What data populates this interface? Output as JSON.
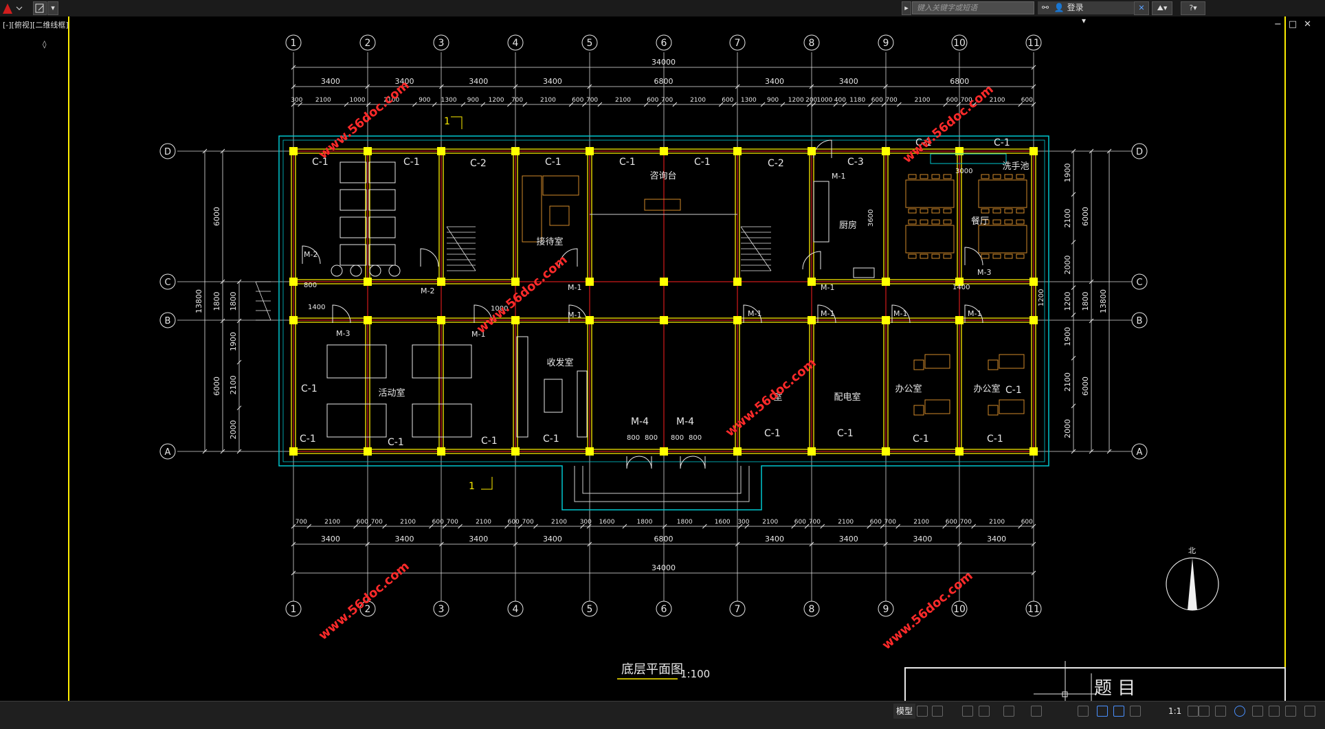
{
  "app": {
    "search_placeholder": "键入关键字或短语",
    "login_label": "登录",
    "viewport_label": "[-][俯视][二维线框]",
    "statusbar": {
      "model_tab": "模型",
      "scale": "1:1"
    }
  },
  "drawing": {
    "title": "底层平面图",
    "scale": "1:100",
    "title_block": "题 目",
    "north": "北",
    "axis_labels_x": [
      "1",
      "2",
      "3",
      "4",
      "5",
      "6",
      "7",
      "8",
      "9",
      "10",
      "11"
    ],
    "axis_labels_y": [
      "D",
      "C",
      "B",
      "A"
    ],
    "dim_total": "34000",
    "dim_top_bays": [
      "3400",
      "3400",
      "3400",
      "3400",
      "6800",
      "3400",
      "3400",
      "6800"
    ],
    "dim_bottom_bays": [
      "3400",
      "3400",
      "3400",
      "3400",
      "6800",
      "3400",
      "3400",
      "3400",
      "3400"
    ],
    "dim_top_detail": [
      "300",
      "2100",
      "1000",
      "2100",
      "900",
      "1300",
      "900",
      "1200",
      "700",
      "2100",
      "600",
      "700",
      "2100",
      "600",
      "700",
      "2100",
      "600",
      "1300",
      "900",
      "1200",
      "200",
      "1000",
      "400",
      "1180",
      "600",
      "700",
      "2100",
      "600",
      "700",
      "2100",
      "600"
    ],
    "dim_bottom_detail": [
      "700",
      "2100",
      "600",
      "700",
      "2100",
      "600",
      "700",
      "2100",
      "600",
      "700",
      "2100",
      "300",
      "1600",
      "1800",
      "1800",
      "1600",
      "300",
      "2100",
      "600",
      "700",
      "2100",
      "600",
      "700",
      "2100",
      "600",
      "700",
      "2100",
      "600"
    ],
    "dim_left_outer": "13800",
    "dim_left_spans": [
      "6000",
      "1800",
      "6000"
    ],
    "dim_left_detail": [
      "1800",
      "1900",
      "2100",
      "2000"
    ],
    "dim_right_outer": "13800",
    "dim_right_spans": [
      "6000",
      "1800",
      "6000"
    ],
    "dim_right_detail": [
      "1900",
      "2100",
      "2000",
      "1200",
      "1900",
      "2100",
      "2000"
    ],
    "rooms": {
      "reception": "接待室",
      "desk": "咨询台",
      "kitchen": "厨房",
      "dining": "餐厅",
      "washbasin": "洗手池",
      "activity": "活动室",
      "mailroom": "收发室",
      "room7": "室",
      "power": "配电室",
      "office1": "办公室",
      "office2": "办公室"
    },
    "windows": {
      "c1": "C-1",
      "c2": "C-2",
      "c3": "C-3"
    },
    "doors": {
      "m1": "M-1",
      "m2": "M-2",
      "m3": "M-3",
      "m4": "M-4"
    },
    "small_dims": {
      "d800": "800",
      "d1400": "1400",
      "d1000": "1000",
      "d3000": "3000",
      "d3600": "3600",
      "d1200": "1200",
      "d1400b": "1400"
    },
    "section_mark": "1",
    "watermark": "www.56doc.com"
  },
  "colors": {
    "grid": "#ff2020",
    "wall": "#ffee00",
    "column": "#ffff00",
    "outline": "#00c8d0",
    "text": "#e8e8e8",
    "furniture": "#d28a2a",
    "watermark": "#ff2a2a"
  }
}
